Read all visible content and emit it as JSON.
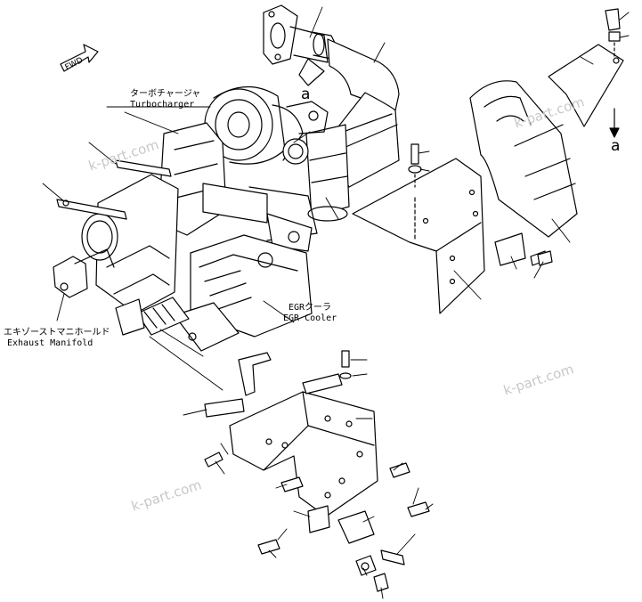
{
  "direction": {
    "fwd": "FWD"
  },
  "labels": {
    "turbocharger_jp": "ターボチャージャ",
    "turbocharger_en": "Turbocharger",
    "egr_cooler_jp": "EGRクーラ",
    "egr_cooler_en": "EGR Cooler",
    "exhaust_manifold_jp": "エキゾーストマニホールド",
    "exhaust_manifold_en": "Exhaust Manifold"
  },
  "refs": {
    "a_top": "a",
    "a_right": "a"
  },
  "watermarks": [
    "k-part.com",
    "k-part.com",
    "k-part.com",
    "k-part.com"
  ]
}
